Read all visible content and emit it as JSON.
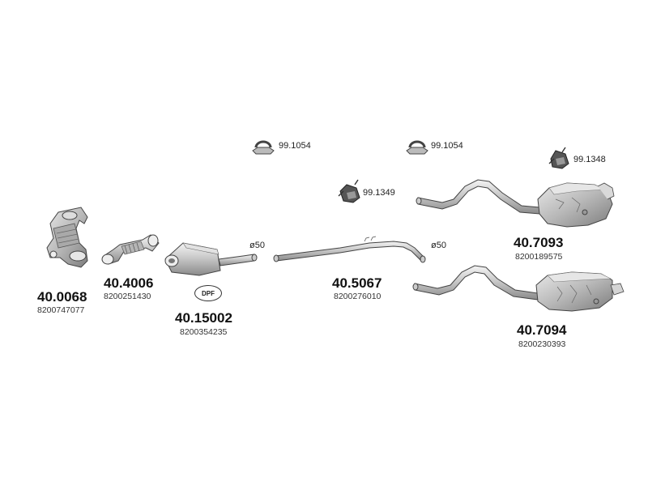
{
  "parts": [
    {
      "id": "cat",
      "number": "40.0068",
      "oem": "8200747077"
    },
    {
      "id": "downpipe",
      "number": "40.4006",
      "oem": "8200251430"
    },
    {
      "id": "dpf",
      "number": "40.15002",
      "oem": "8200354235",
      "badge": "DPF"
    },
    {
      "id": "mid-pipe",
      "number": "40.5067",
      "oem": "8200276010"
    },
    {
      "id": "rear-silencer-a",
      "number": "40.7093",
      "oem": "8200189575"
    },
    {
      "id": "rear-silencer-b",
      "number": "40.7094",
      "oem": "8200230393"
    }
  ],
  "accessories": [
    {
      "id": "clamp-1",
      "number": "99.1054"
    },
    {
      "id": "clamp-2",
      "number": "99.1054"
    },
    {
      "id": "mount-1",
      "number": "99.1349"
    },
    {
      "id": "mount-2",
      "number": "99.1348"
    }
  ],
  "diameters": {
    "left": "ø50",
    "right": "ø50"
  }
}
